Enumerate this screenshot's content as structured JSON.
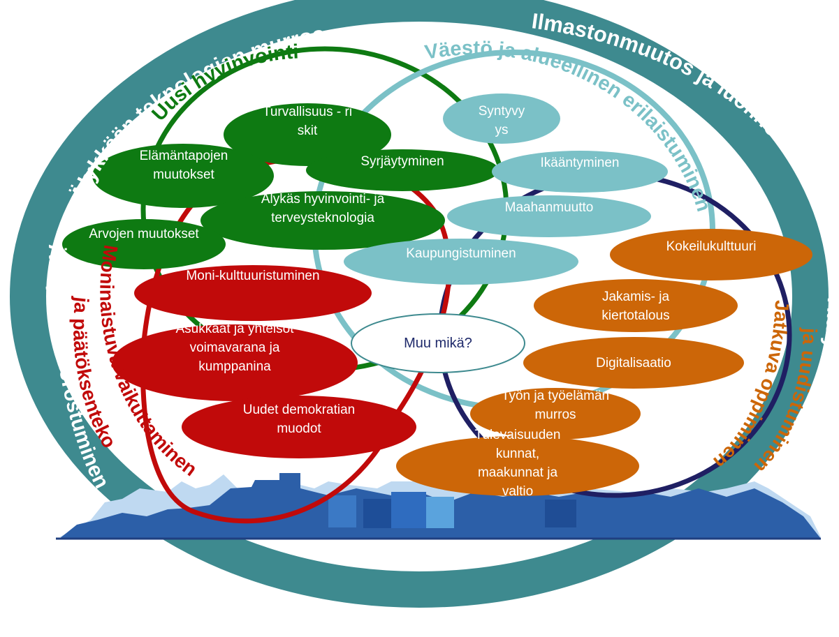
{
  "ring_labels": {
    "outer_top_left": "Älykkään teknologian murros",
    "outer_top_right": "Ilmastonmuutos ja luonnonvarat",
    "outer_left": "Ääripäiden korostuminen",
    "outer_right": "Yllätysten talous"
  },
  "circle_labels": {
    "green": "Uusi hyvinvointi",
    "teal": "Väestö ja alueellinen erilaistuminen",
    "red_line1": "Moninaistuva vaikuttaminen",
    "red_line2": "ja päätöksenteko",
    "orange_line1": "Jatkuva oppiminen",
    "orange_line2": "ja uudistuminen"
  },
  "nodes": {
    "turvallisuus": "Turvallisuus - riskit",
    "elamantapojen": "Elämäntapojen muutokset",
    "syrjaytyminen": "Syrjäytyminen",
    "alykas": "Älykäs hyvinvointi- ja terveysteknologia",
    "arvojen": "Arvojen muutokset",
    "syntyvyys": "Syntyvyys",
    "ikaantyminen": "Ikääntyminen",
    "maahanmuutto": "Maahanmuutto",
    "kaupungistuminen": "Kaupungistuminen",
    "monikulttuuristuminen": "Moni-kulttuuristuminen",
    "asukkaat": "Asukkaat ja yhteisöt voimavarana ja kumppanina",
    "uudet": "Uudet demokratian muodot",
    "muu": "Muu mikä?",
    "kokeilukulttuuri": "Kokeilukulttuuri",
    "jakamis": "Jakamis- ja kiertotalous",
    "digitalisaatio": "Digitalisaatio",
    "tyon": "Työn ja työelämän murros",
    "tulevaisuuden": "Tulevaisuuden kunnat, maakunnat ja valtio"
  },
  "colors": {
    "ring": "#3e8a8f",
    "green": "#0e7a12",
    "teal": "#7bc1c7",
    "red": "#c10a0a",
    "navy": "#1f1f63",
    "orange": "#cc6608",
    "skyline": "#2c5fa8"
  }
}
